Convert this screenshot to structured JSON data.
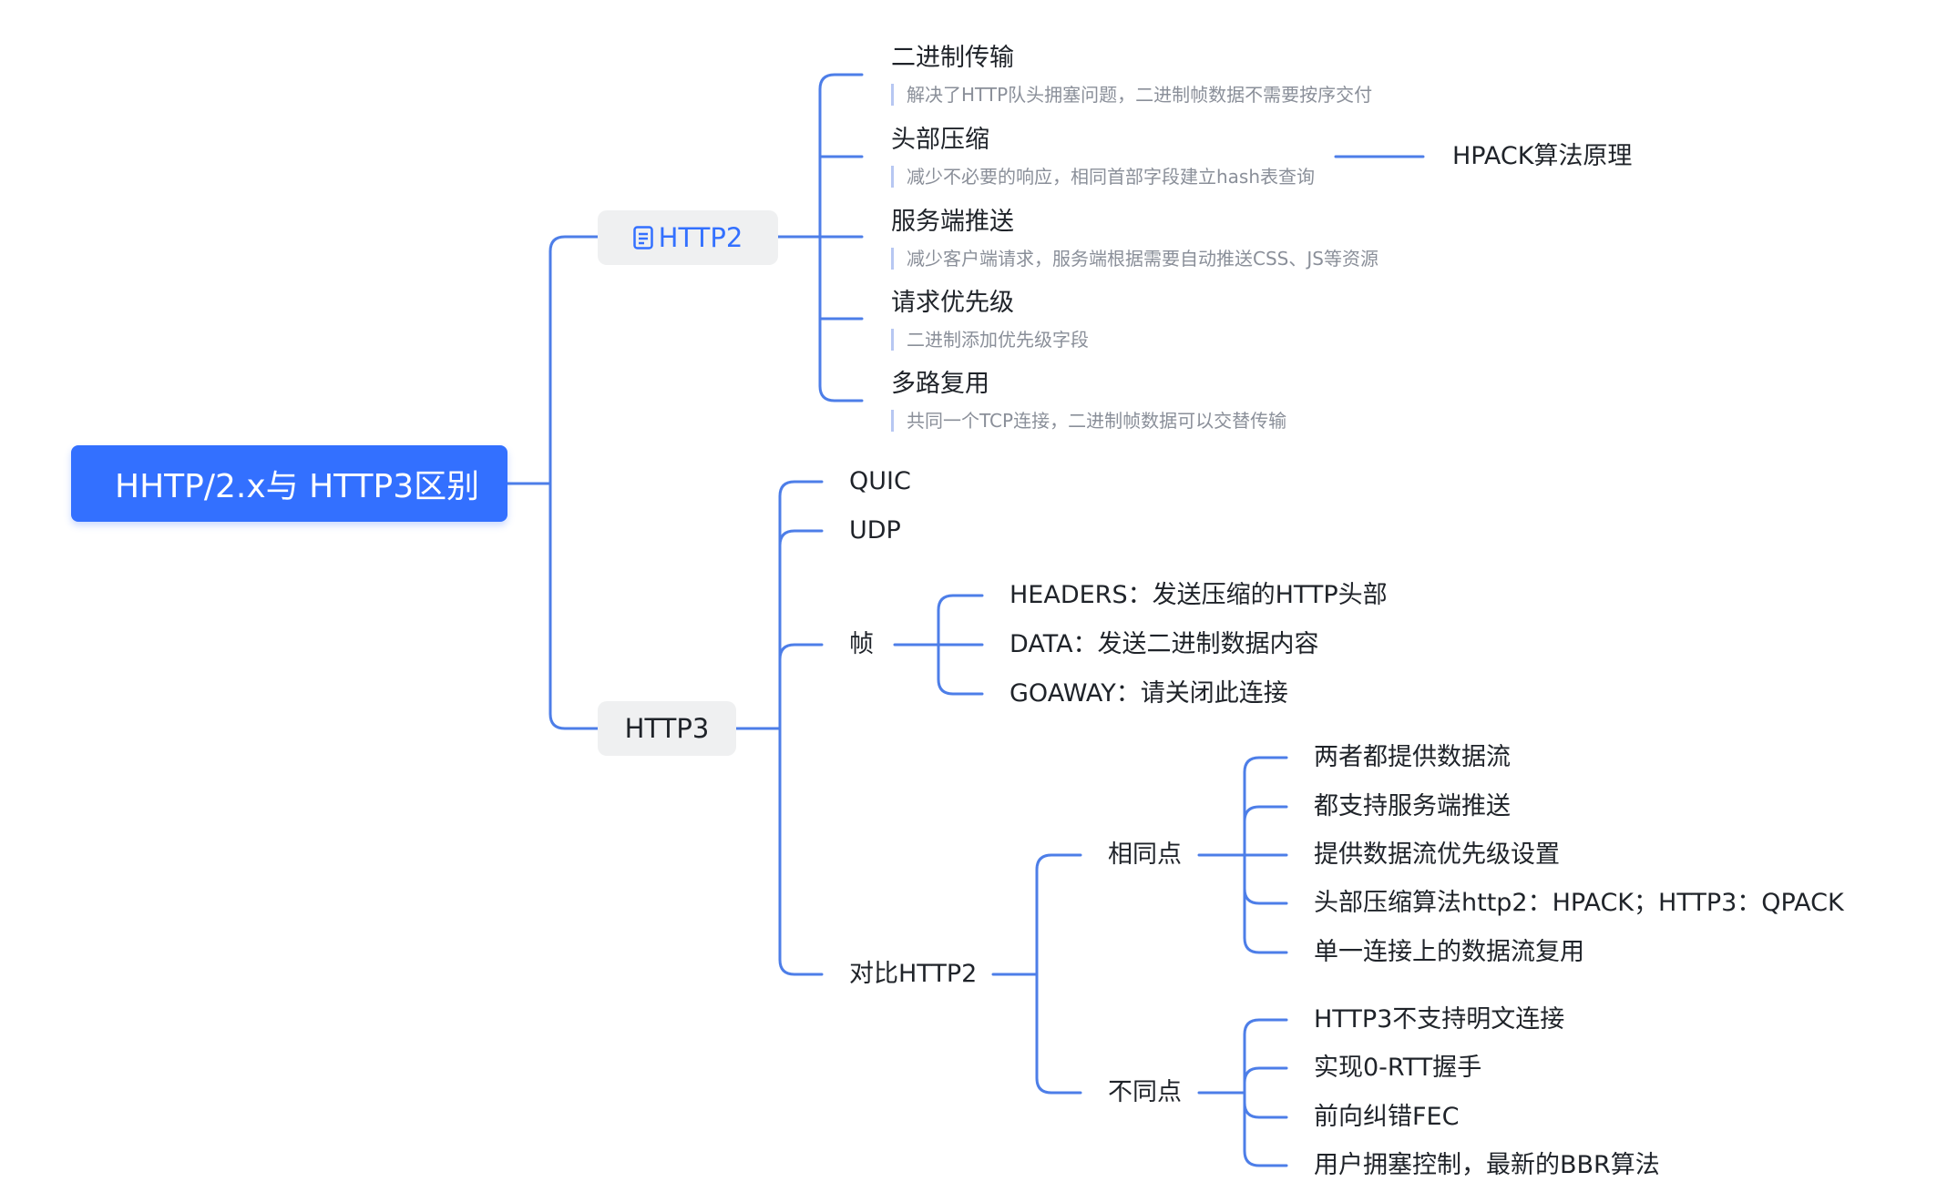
{
  "root": {
    "label": "HHTP/2.x与 HTTP3区别"
  },
  "http2": {
    "label": "HTTP2",
    "icon": "document-icon",
    "items": [
      {
        "title": "二进制传输",
        "note": "解决了HTTP队头拥塞问题，二进制帧数据不需要按序交付"
      },
      {
        "title": "头部压缩",
        "note": "减少不必要的响应，相同首部字段建立hash表查询",
        "child": "HPACK算法原理"
      },
      {
        "title": "服务端推送",
        "note": "减少客户端请求，服务端根据需要自动推送CSS、JS等资源"
      },
      {
        "title": "请求优先级",
        "note": "二进制添加优先级字段"
      },
      {
        "title": "多路复用",
        "note": "共同一个TCP连接，二进制帧数据可以交替传输"
      }
    ]
  },
  "http3": {
    "label": "HTTP3",
    "quic": "QUIC",
    "udp": "UDP",
    "frame": {
      "label": "帧",
      "items": [
        "HEADERS：发送压缩的HTTP头部",
        "DATA：发送二进制数据内容",
        "GOAWAY：请关闭此连接"
      ]
    },
    "compare": {
      "label": "对比HTTP2",
      "same": {
        "label": "相同点",
        "items": [
          "两者都提供数据流",
          "都支持服务端推送",
          "提供数据流优先级设置",
          "头部压缩算法http2：HPACK；HTTP3：QPACK",
          "单一连接上的数据流复用"
        ]
      },
      "diff": {
        "label": "不同点",
        "items": [
          "HTTP3不支持明文连接",
          "实现0-RTT握手",
          "前向纠错FEC",
          "用户拥塞控制，最新的BBR算法"
        ]
      }
    }
  },
  "colors": {
    "accent": "#3370ff",
    "line": "#4d7ee8",
    "pill_bg": "#eff0f1",
    "note_text": "#8a8f99"
  }
}
